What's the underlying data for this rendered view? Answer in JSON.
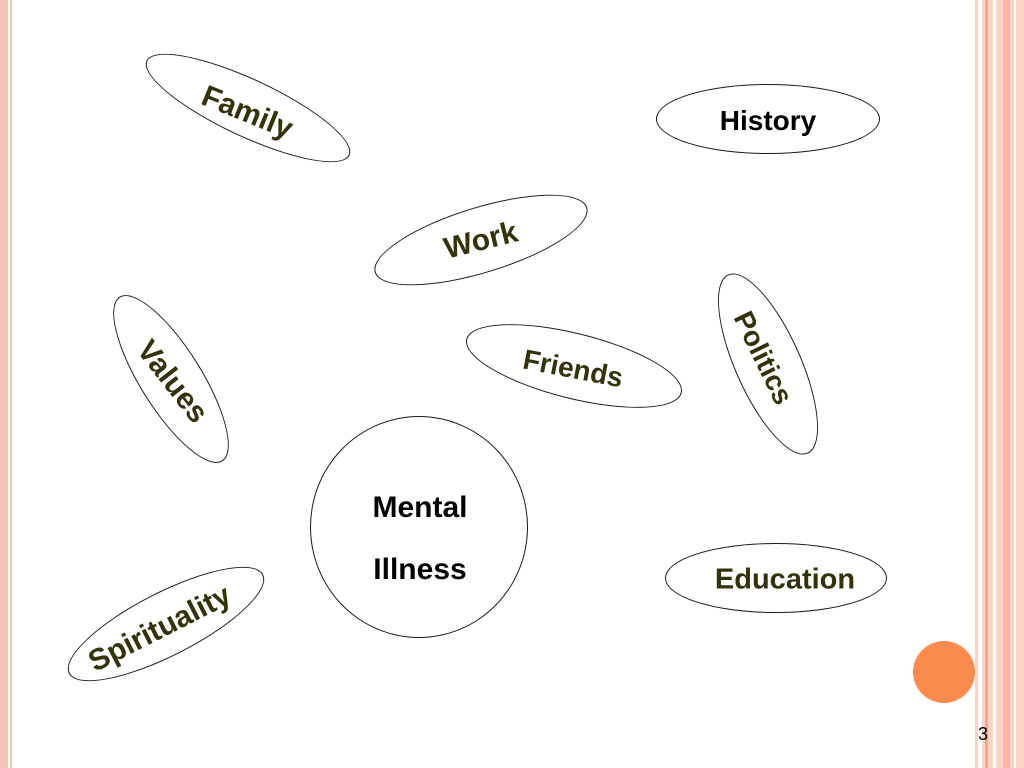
{
  "diagram": {
    "center": {
      "line1": "Mental",
      "line2": "Illness"
    },
    "ovals": [
      {
        "label": "Family"
      },
      {
        "label": "History"
      },
      {
        "label": "Work"
      },
      {
        "label": "Politics"
      },
      {
        "label": "Values"
      },
      {
        "label": "Friends"
      },
      {
        "label": "Education"
      },
      {
        "label": "Spirituality"
      }
    ]
  },
  "colors": {
    "text": "#33330a",
    "accent": "#fb8b4f",
    "border": "#f6c4b4"
  },
  "slide": {
    "page_number": "3"
  }
}
